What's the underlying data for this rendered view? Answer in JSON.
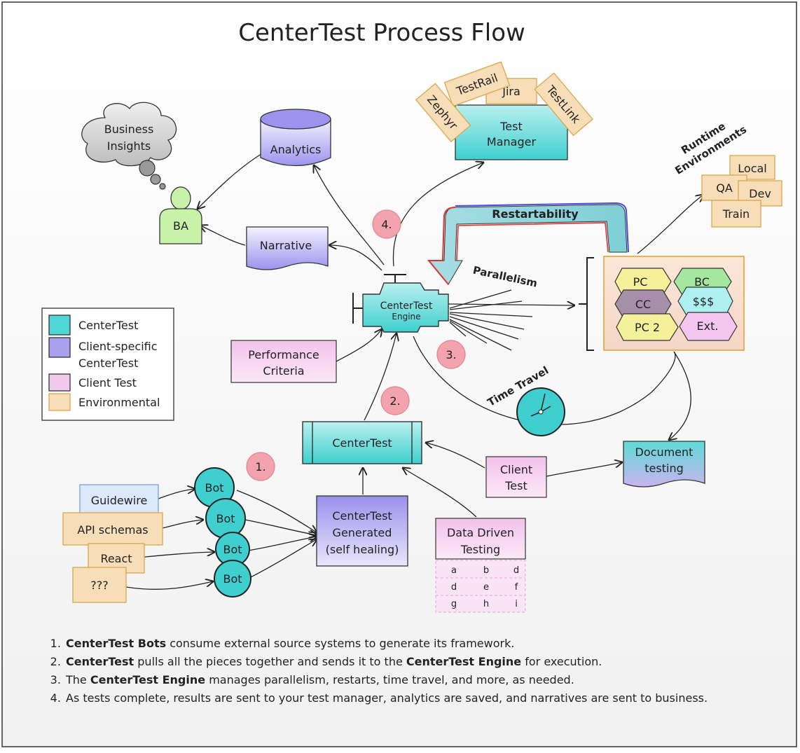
{
  "title": "CenterTest Process Flow",
  "nodes": {
    "business_insights": [
      "Business",
      "Insights"
    ],
    "ba": "BA",
    "analytics": "Analytics",
    "narrative": "Narrative",
    "test_manager": [
      "Test",
      "Manager"
    ],
    "tags": {
      "zephyr": "Zephyr",
      "testrail": "TestRail",
      "jira": "Jira",
      "testlink": "TestLink"
    },
    "runtime_title": [
      "Runtime",
      "Environments"
    ],
    "envs": {
      "local": "Local",
      "qa": "QA",
      "dev": "Dev",
      "train": "Train"
    },
    "restartability": "Restartability",
    "parallelism": "Parallelism",
    "engine": [
      "CenterTest",
      "Engine"
    ],
    "grid": {
      "pc": "PC",
      "bc": "BC",
      "cc": "CC",
      "money": "$$$",
      "pc2": "PC 2",
      "ext": "Ext."
    },
    "performance": [
      "Performance",
      "Criteria"
    ],
    "time_travel": "Time Travel",
    "centertest": "CenterTest",
    "document_testing": [
      "Document",
      "testing"
    ],
    "client_test": [
      "Client",
      "Test"
    ],
    "generated": [
      "CenterTest",
      "Generated",
      "(self healing)"
    ],
    "ddt": [
      "Data Driven",
      "Testing"
    ],
    "ddt_cells": [
      "a",
      "b",
      "d",
      "d",
      "e",
      "f",
      "g",
      "h",
      "i"
    ],
    "sources": {
      "guidewire": "Guidewire",
      "api": "API schemas",
      "react": "React",
      "unknown": "???"
    },
    "bot": "Bot",
    "steps": {
      "s1": "1.",
      "s2": "2.",
      "s3": "3.",
      "s4": "4."
    }
  },
  "legend": {
    "centertest": "CenterTest",
    "client_specific": [
      "Client-specific",
      "CenterTest"
    ],
    "client_test": "Client Test",
    "environmental": "Environmental"
  },
  "colors": {
    "centertest_teal": "#4fd6d6",
    "client_specific_purple": "#a9a0f0",
    "client_test_pink": "#f3c8ee",
    "environmental_orange": "#f7ddb8",
    "step_marker": "#f2a3ad"
  },
  "notes": [
    {
      "prefix": "",
      "b1": "CenterTest Bots",
      "mid": " consume external source systems to generate its framework.",
      "b2": "",
      "suffix": ""
    },
    {
      "prefix": "",
      "b1": "CenterTest",
      "mid": " pulls all the pieces together and sends it to the ",
      "b2": "CenterTest Engine",
      "suffix": " for execution."
    },
    {
      "prefix": "The ",
      "b1": "CenterTest Engine",
      "mid": " manages parallelism, restarts, time travel, and more, as needed.",
      "b2": "",
      "suffix": ""
    },
    {
      "prefix": "As tests complete, results are sent to your test manager, analytics are saved, and narratives are sent to business.",
      "b1": "",
      "mid": "",
      "b2": "",
      "suffix": ""
    }
  ]
}
